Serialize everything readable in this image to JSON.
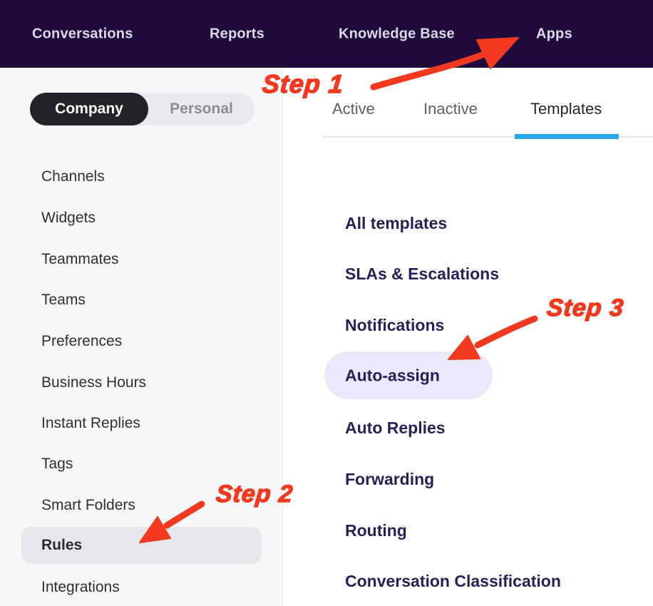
{
  "navbar": {
    "items": [
      {
        "label": "Conversations"
      },
      {
        "label": "Reports"
      },
      {
        "label": "Knowledge Base"
      },
      {
        "label": "Apps"
      }
    ]
  },
  "sidebar": {
    "toggle": {
      "selected": "Company",
      "unselected": "Personal"
    },
    "items": [
      {
        "label": "Channels",
        "active": false
      },
      {
        "label": "Widgets",
        "active": false
      },
      {
        "label": "Teammates",
        "active": false
      },
      {
        "label": "Teams",
        "active": false
      },
      {
        "label": "Preferences",
        "active": false
      },
      {
        "label": "Business Hours",
        "active": false
      },
      {
        "label": "Instant Replies",
        "active": false
      },
      {
        "label": "Tags",
        "active": false
      },
      {
        "label": "Smart Folders",
        "active": false
      },
      {
        "label": "Rules",
        "active": true
      },
      {
        "label": "Integrations",
        "active": false
      }
    ]
  },
  "main": {
    "tabs": [
      {
        "label": "Active"
      },
      {
        "label": "Inactive"
      },
      {
        "label": "Templates"
      }
    ],
    "active_tab": "Templates",
    "templates": [
      {
        "label": "All templates",
        "active": false
      },
      {
        "label": "SLAs & Escalations",
        "active": false
      },
      {
        "label": "Notifications",
        "active": false
      },
      {
        "label": "Auto-assign",
        "active": true
      },
      {
        "label": "Auto Replies",
        "active": false
      },
      {
        "label": "Forwarding",
        "active": false
      },
      {
        "label": "Routing",
        "active": false
      },
      {
        "label": "Conversation Classification",
        "active": false
      }
    ],
    "active_template": "Auto-assign"
  },
  "annotations": {
    "step1": "Step 1",
    "step2": "Step 2",
    "step3": "Step 3"
  },
  "colors": {
    "navbar_bg": "#1f0b3c",
    "navbar_text": "#dcd9e6",
    "sidebar_bg": "#f6f7f9",
    "toggle_selected_bg": "#232327",
    "rules_pill_bg": "#e7e7eb",
    "tab_underline_blue": "#29a5e9",
    "template_text": "#2a2057",
    "autoassign_pill_bg": "#e9e9fb",
    "annotation_red": "#f23920"
  }
}
